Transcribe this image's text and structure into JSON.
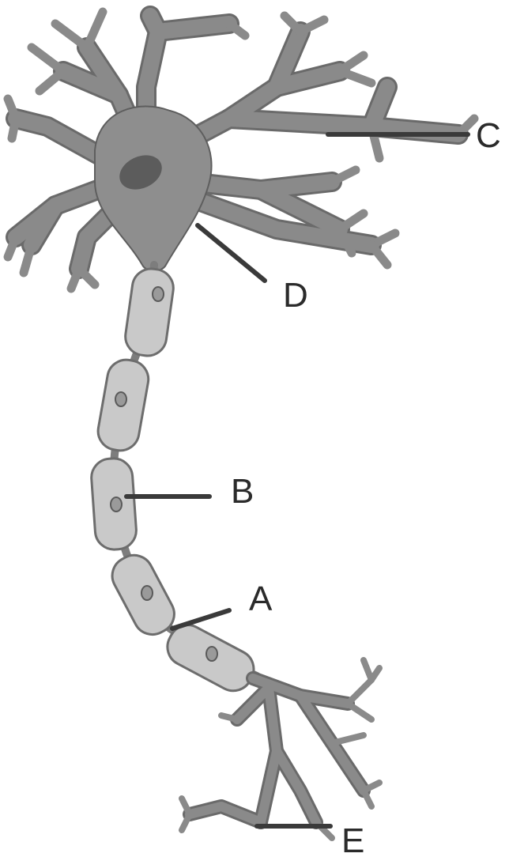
{
  "diagram": {
    "labels": {
      "a": "A",
      "b": "B",
      "c": "C",
      "d": "D",
      "e": "E"
    }
  },
  "colors": {
    "background": "#ffffff",
    "cell_body": "#8e8e8e",
    "myelin_sheath": "#c9c9c9",
    "leader_line": "#3a3a3a",
    "label_text": "#2b2b2b"
  }
}
